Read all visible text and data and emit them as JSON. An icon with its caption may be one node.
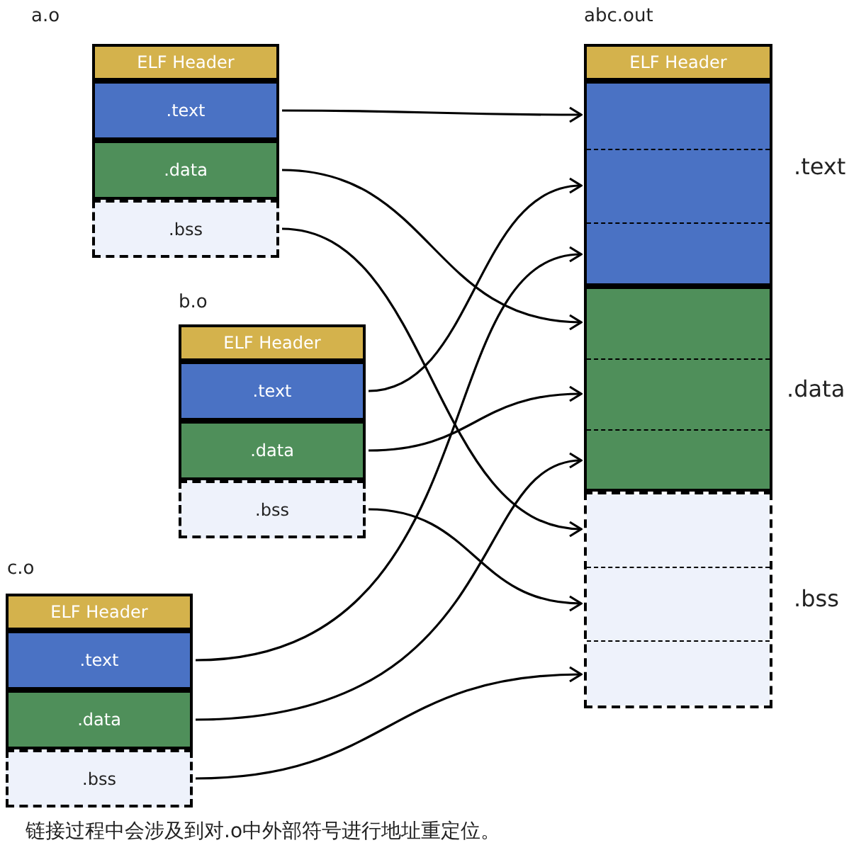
{
  "diagram": {
    "caption": "链接过程中会涉及到对.o中外部符号进行地址重定位。",
    "nodes": [
      {
        "text": [
          "a.o"
        ]
      },
      {
        "text": [
          "ELF Header"
        ],
        "in": 0
      },
      {
        "text": [
          ".text"
        ],
        "in": 0
      },
      {
        "text": [
          ".data"
        ],
        "in": 0
      },
      {
        "text": [
          ".bss"
        ],
        "in": 0
      },
      {
        "text": [
          "b.o"
        ]
      },
      {
        "text": [
          "ELF Header"
        ],
        "in": 5
      },
      {
        "text": [
          ".text"
        ],
        "in": 5
      },
      {
        "text": [
          ".data"
        ],
        "in": 5
      },
      {
        "text": [
          ".bss"
        ],
        "in": 5
      },
      {
        "text": [
          "c.o"
        ]
      },
      {
        "text": [
          "ELF Header"
        ],
        "in": 10
      },
      {
        "text": [
          ".text"
        ],
        "in": 10
      },
      {
        "text": [
          ".data"
        ],
        "in": 10
      },
      {
        "text": [
          ".bss"
        ],
        "in": 10
      },
      {
        "text": [
          "abc.out"
        ]
      },
      {
        "text": [
          "ELF Header"
        ],
        "in": 15
      },
      {
        "text": [],
        "shape": "box",
        "in": 15,
        "beside": [
          ".text"
        ]
      },
      {
        "text": [],
        "shape": "box",
        "in": 17
      },
      {
        "text": [],
        "shape": "box",
        "in": 17
      },
      {
        "text": [],
        "shape": "box",
        "in": 17
      },
      {
        "text": [],
        "shape": "box",
        "in": 15,
        "beside": [
          ".data"
        ]
      },
      {
        "text": [],
        "shape": "box",
        "in": 21
      },
      {
        "text": [],
        "shape": "box",
        "in": 21
      },
      {
        "text": [],
        "shape": "box",
        "in": 21
      },
      {
        "text": [],
        "shape": "box",
        "in": 15,
        "beside": [
          ".bss"
        ]
      },
      {
        "text": [],
        "shape": "box",
        "in": 25
      },
      {
        "text": [],
        "shape": "box",
        "in": 25
      },
      {
        "text": [],
        "shape": "box",
        "in": 25
      }
    ],
    "edges": [
      {
        "from": 2,
        "to": 18,
        "arrow": "to"
      },
      {
        "from": 3,
        "to": 22,
        "arrow": "to"
      },
      {
        "from": 4,
        "to": 26,
        "arrow": "to"
      },
      {
        "from": 7,
        "to": 19,
        "arrow": "to"
      },
      {
        "from": 8,
        "to": 23,
        "arrow": "to"
      },
      {
        "from": 9,
        "to": 27,
        "arrow": "to"
      },
      {
        "from": 12,
        "to": 20,
        "arrow": "to"
      },
      {
        "from": 13,
        "to": 24,
        "arrow": "to"
      },
      {
        "from": 14,
        "to": 28,
        "arrow": "to"
      }
    ]
  }
}
